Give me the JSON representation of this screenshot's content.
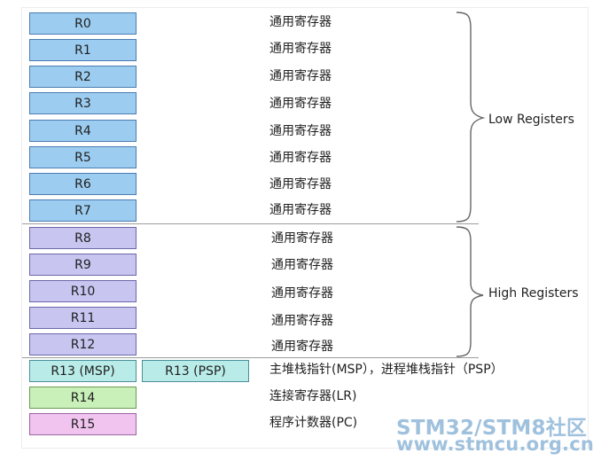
{
  "registers": {
    "r0": "R0",
    "r1": "R1",
    "r2": "R2",
    "r3": "R3",
    "r4": "R4",
    "r5": "R5",
    "r6": "R6",
    "r7": "R7",
    "r8": "R8",
    "r9": "R9",
    "r10": "R10",
    "r11": "R11",
    "r12": "R12",
    "r13_msp": "R13 (MSP)",
    "r13_psp": "R13 (PSP)",
    "r14": "R14",
    "r15": "R15"
  },
  "descriptions": {
    "general_purpose": "通用寄存器",
    "sp": "主堆栈指针(MSP），进程堆栈指针（PSP）",
    "lr": "连接寄存器(LR)",
    "pc": "程序计数器(PC)"
  },
  "groups": {
    "low": "Low Registers",
    "high": "High Registers"
  },
  "watermark": {
    "line1": "STM32/STM8社区",
    "line2": "www.stmcu.org.cn"
  },
  "colors": {
    "low_register_fill": "#9ccdf0",
    "high_register_fill": "#c8c5f0",
    "sp_register_fill": "#b9ece8",
    "lr_register_fill": "#c8f0b8",
    "pc_register_fill": "#f1c4f0",
    "watermark": "#9fc1dd"
  }
}
